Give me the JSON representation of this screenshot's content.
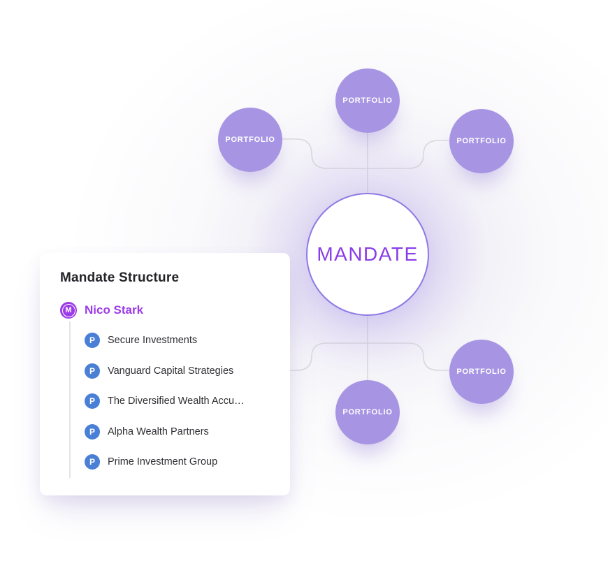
{
  "theme": {
    "portfolio-fill": "#a795e4",
    "mandate-border": "#8e7ae4",
    "mandate-text": "#8a3ce8",
    "mandate-accent": "#9c3be8",
    "portfolio-accent": "#4a7fd6",
    "connector": "#d9d9dd"
  },
  "diagram": {
    "mandate_label": "MANDATE",
    "portfolio_label": "PORTFOLIO"
  },
  "panel": {
    "title": "Mandate Structure",
    "mandate": {
      "icon": "M",
      "name": "Nico Stark"
    },
    "portfolios": [
      {
        "icon": "P",
        "name": "Secure Investments"
      },
      {
        "icon": "P",
        "name": "Vanguard Capital Strategies"
      },
      {
        "icon": "P",
        "name": "The Diversified Wealth Accu…"
      },
      {
        "icon": "P",
        "name": "Alpha Wealth Partners"
      },
      {
        "icon": "P",
        "name": "Prime Investment Group"
      }
    ]
  }
}
